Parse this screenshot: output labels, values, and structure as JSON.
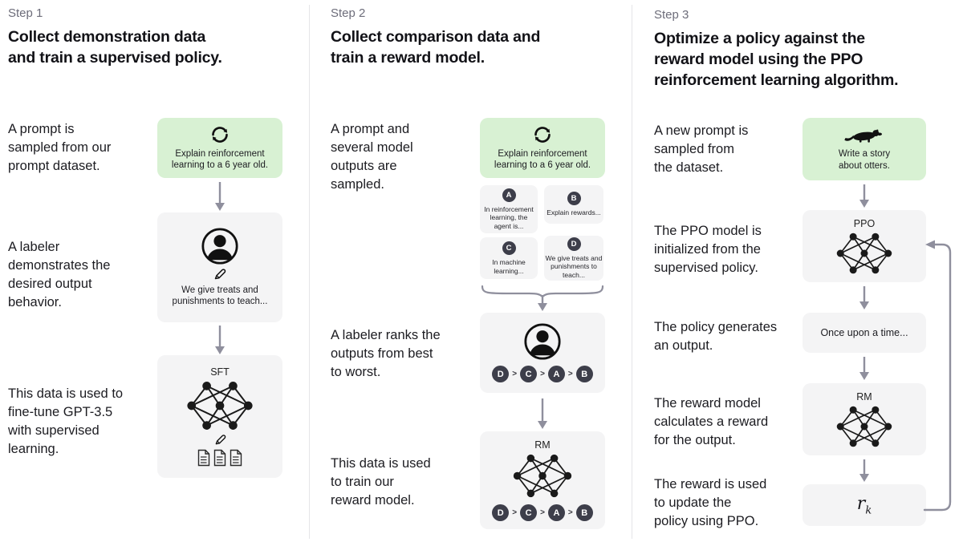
{
  "colors": {
    "green_box": "#d8f1d3",
    "gray_box": "#f4f4f5",
    "badge_bg": "#3d3e4a",
    "arrow": "#8f8f9d",
    "heading_text": "#121217",
    "muted_label": "#6d6d7a"
  },
  "icons": {
    "refresh": "cycle-arrows",
    "labeler": "person-in-circle",
    "pencil": "pencil",
    "network": "neural-network",
    "documents": "document-stack",
    "otter": "otter-silhouette"
  },
  "step1": {
    "label": "Step 1",
    "title": "Collect demonstration data\nand train a supervised policy.",
    "captions": [
      "A prompt is\nsampled from our\nprompt dataset.",
      "A labeler\ndemonstrates the\ndesired output\nbehavior.",
      "This data is used to\nfine-tune GPT-3.5\nwith supervised\nlearning."
    ],
    "prompt_box": {
      "text": "Explain reinforcement\nlearning to a 6 year old."
    },
    "labeler_box": {
      "text": "We give treats and\npunishments to teach..."
    },
    "sft_box": {
      "label": "SFT"
    }
  },
  "step2": {
    "label": "Step 2",
    "title": "Collect comparison data and\ntrain a reward model.",
    "captions": [
      "A prompt and\nseveral model\noutputs are\nsampled.",
      "A labeler ranks the\noutputs from best\nto worst.",
      "This data is used\nto train our\nreward model."
    ],
    "prompt_box": {
      "text": "Explain reinforcement\nlearning to a 6 year old."
    },
    "outputs": [
      {
        "letter": "A",
        "text": "In reinforcement\nlearning, the\nagent is..."
      },
      {
        "letter": "B",
        "text": "Explain rewards..."
      },
      {
        "letter": "C",
        "text": "In machine\nlearning..."
      },
      {
        "letter": "D",
        "text": "We give treats and\npunishments to\nteach..."
      }
    ],
    "ranking": {
      "order": [
        "D",
        "C",
        "A",
        "B"
      ],
      "separator": ">"
    },
    "rm_box": {
      "label": "RM"
    }
  },
  "step3": {
    "label": "Step 3",
    "title": "Optimize a policy against the\nreward model using the PPO\nreinforcement learning algorithm.",
    "captions": [
      "A new prompt is\nsampled from\nthe dataset.",
      "The PPO model is\ninitialized from the\nsupervised policy.",
      "The policy generates\nan output.",
      "The reward model\ncalculates a reward\nfor the output.",
      "The reward is used\nto update the\npolicy using PPO."
    ],
    "prompt_box": {
      "text": "Write a story\nabout otters."
    },
    "ppo_box": {
      "label": "PPO"
    },
    "output_box": {
      "text": "Once upon a time..."
    },
    "rm_box": {
      "label": "RM"
    },
    "reward_box": {
      "symbol": "r",
      "subscript": "k"
    }
  }
}
